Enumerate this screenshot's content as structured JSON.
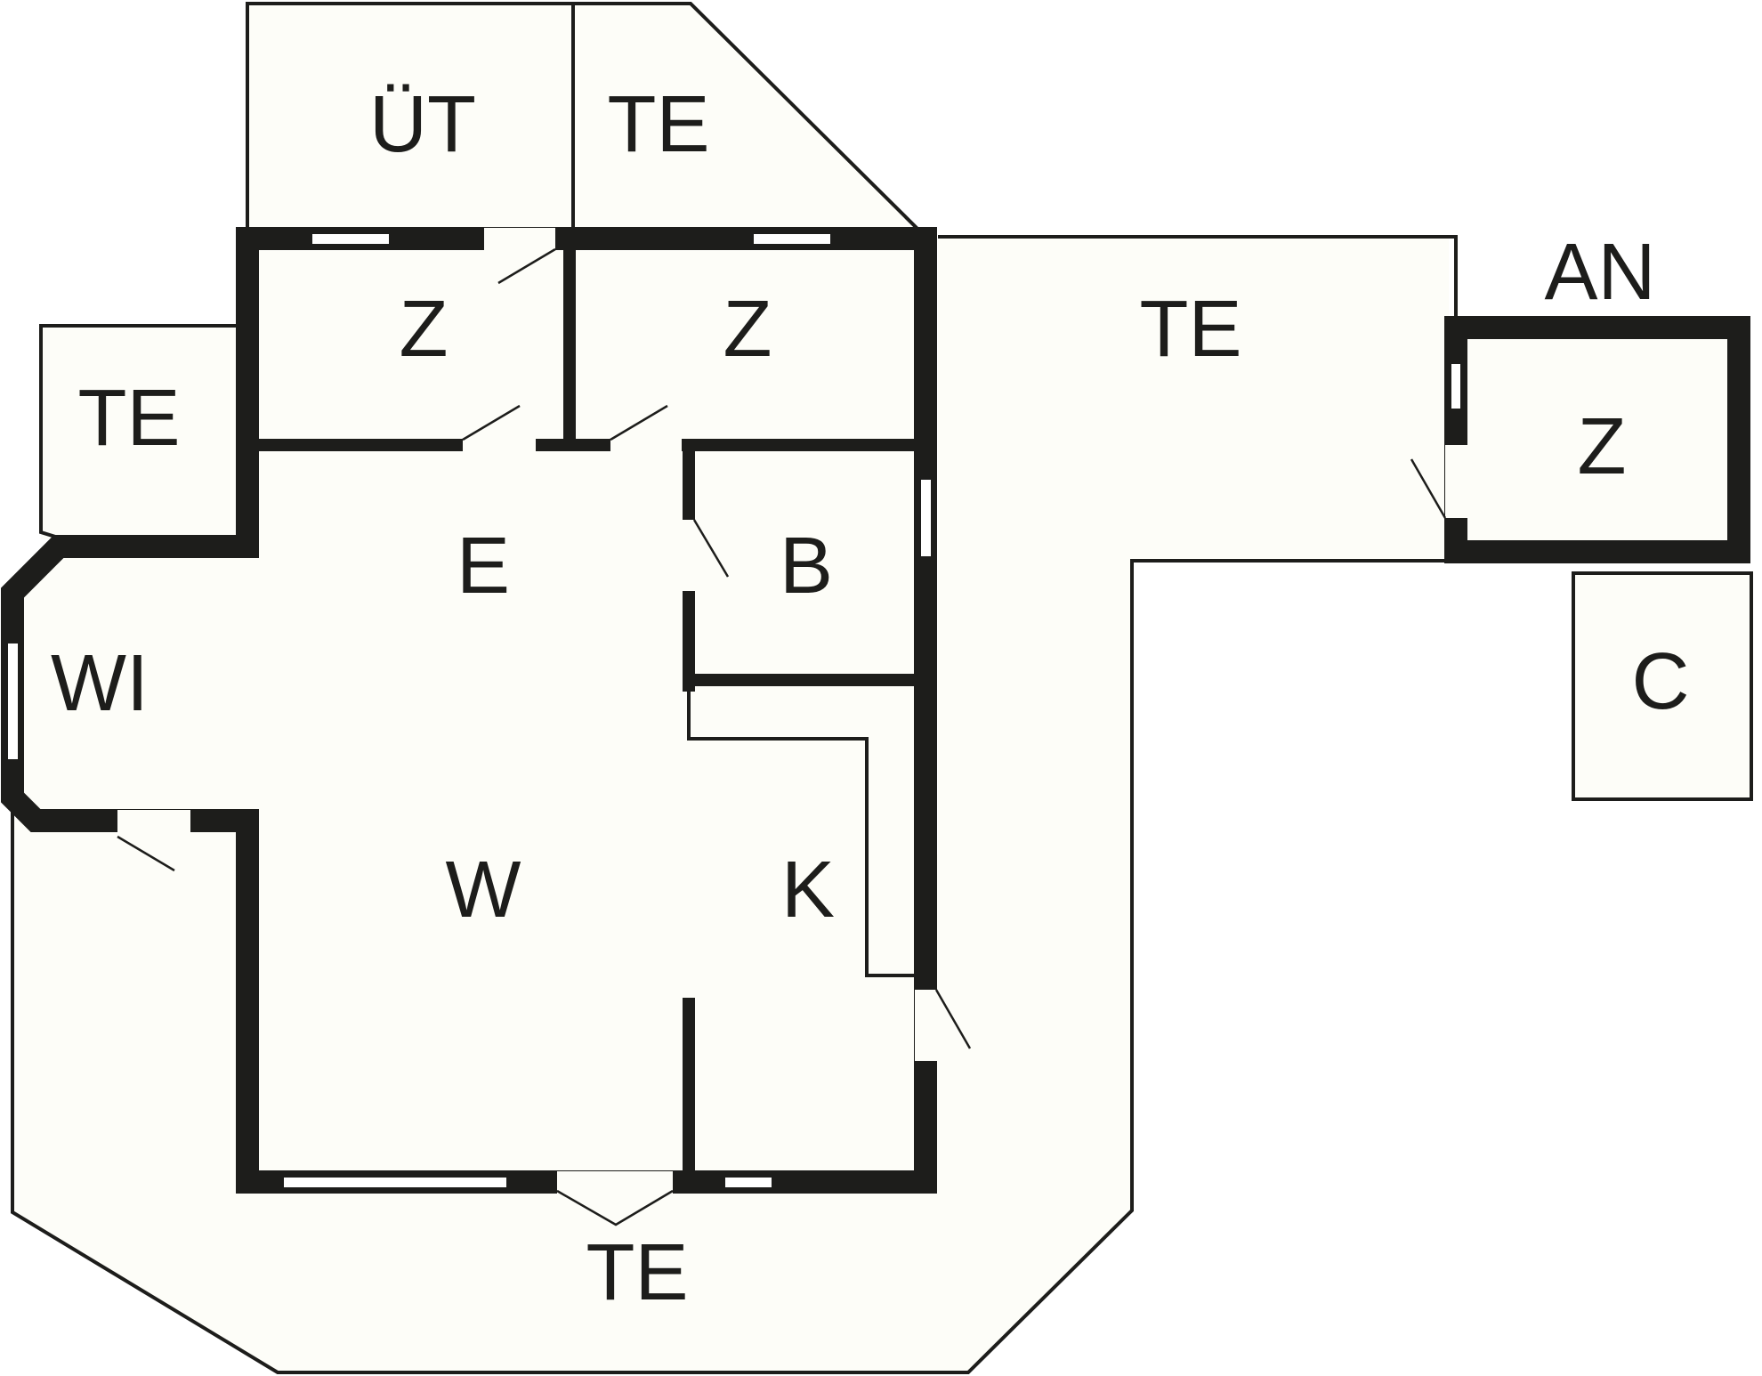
{
  "floor_plan": {
    "rooms": [
      {
        "id": "ut",
        "label": "ÜT"
      },
      {
        "id": "te_top",
        "label": "TE"
      },
      {
        "id": "te_left",
        "label": "TE"
      },
      {
        "id": "z_1",
        "label": "Z"
      },
      {
        "id": "z_2",
        "label": "Z"
      },
      {
        "id": "te_right",
        "label": "TE"
      },
      {
        "id": "an",
        "label": "AN"
      },
      {
        "id": "z_annex",
        "label": "Z"
      },
      {
        "id": "e",
        "label": "E"
      },
      {
        "id": "b",
        "label": "B"
      },
      {
        "id": "wi",
        "label": "WI"
      },
      {
        "id": "c",
        "label": "C"
      },
      {
        "id": "w",
        "label": "W"
      },
      {
        "id": "k",
        "label": "K"
      },
      {
        "id": "te_bottom",
        "label": "TE"
      }
    ],
    "colors": {
      "wall": "#1d1d1b",
      "floor": "#fdfdf8",
      "background": "#ffffff"
    }
  }
}
